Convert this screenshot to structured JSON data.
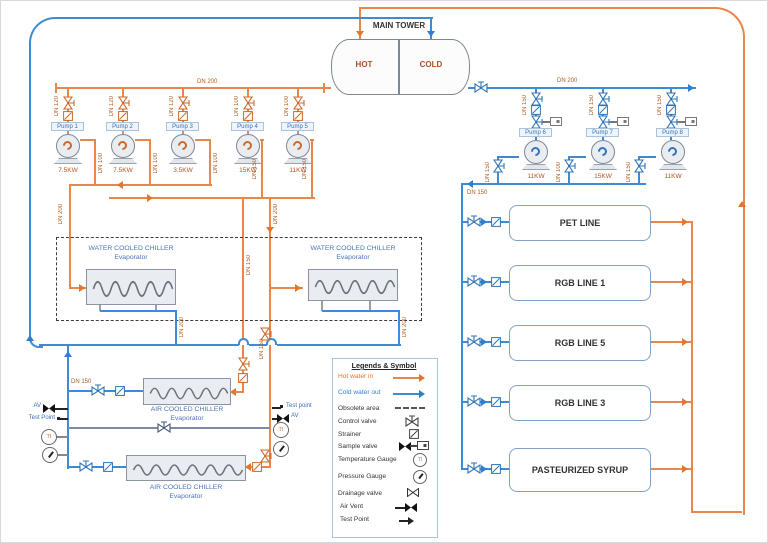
{
  "diagram": {
    "tower": {
      "title": "MAIN TOWER",
      "hot_label": "HOT",
      "cold_label": "COLD"
    },
    "dn": {
      "dn100": "DN 100",
      "dn120": "DN 120",
      "dn150": "DN 150",
      "dn200": "DN 200"
    },
    "pumps_left": [
      {
        "name": "Pump 1",
        "power": "7.5KW"
      },
      {
        "name": "Pump 2",
        "power": "7.5KW"
      },
      {
        "name": "Pump 3",
        "power": "3.5KW"
      },
      {
        "name": "Pump 4",
        "power": "15KW"
      },
      {
        "name": "Pump 5",
        "power": "11KW"
      }
    ],
    "pumps_right": [
      {
        "name": "Pump 6",
        "power": "11KW"
      },
      {
        "name": "Pump 7",
        "power": "15KW"
      },
      {
        "name": "Pump 8",
        "power": "11KW"
      }
    ],
    "chillers": {
      "water_title": "WATER COOLED CHILLER",
      "air_title": "AIR COOLED CHILLER",
      "subtitle": "Evaporator"
    },
    "lines": [
      {
        "label": "PET LINE"
      },
      {
        "label": "RGB LINE 1"
      },
      {
        "label": "RGB LINE 5"
      },
      {
        "label": "RGB LINE 3"
      },
      {
        "label": "PASTEURIZED SYRUP"
      }
    ],
    "annotations": {
      "av": "AV",
      "test_point": "Test Point",
      "test_point_lc": "Test point",
      "ti": "TI"
    },
    "legend": {
      "title": "Legends & Symbol",
      "hot_label": "Hot water in",
      "cold_label": "Cold water out",
      "items": [
        "Obsolete area",
        "Control valve",
        "Strainer",
        "Sample valve",
        "Temperature Gauge",
        "Pressure Gauge",
        "Drainage valve",
        "Air Vent",
        "Test Point"
      ]
    },
    "colors": {
      "hot": "#E2762F",
      "cold": "#2F7FD0"
    }
  }
}
